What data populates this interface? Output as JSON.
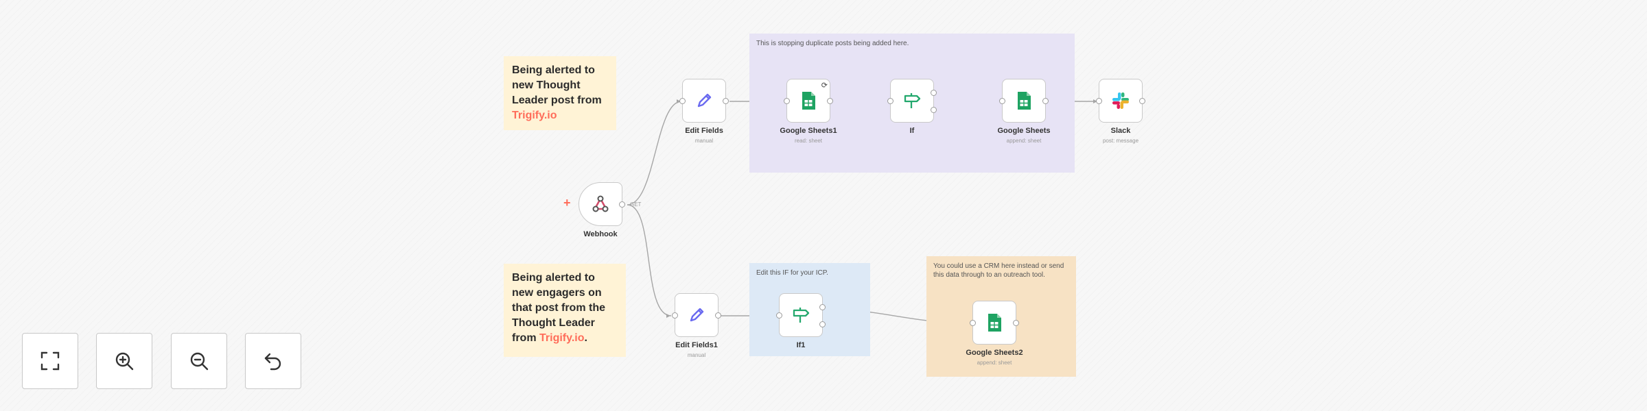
{
  "stickies": {
    "top": {
      "prefix": "Being alerted to new Thought Leader post from ",
      "link": "Trigify.io",
      "suffix": ""
    },
    "bottom": {
      "prefix": "Being alerted to new engagers on that post from the Thought Leader from ",
      "link": "Trigify.io",
      "suffix": "."
    }
  },
  "groups": {
    "dedupe": {
      "label": "This is stopping duplicate posts being added here.",
      "color": "#e7e3f5"
    },
    "icp": {
      "label": "Edit this IF for your ICP.",
      "color": "#dde9f6"
    },
    "crm": {
      "label": "You could use a CRM here instead or send this data through to an outreach tool.",
      "color": "#f7e2c4"
    }
  },
  "nodes": {
    "webhook": {
      "title": "Webhook",
      "subtitle": "",
      "port_label": "GET",
      "icon": "webhook-icon"
    },
    "edit_fields": {
      "title": "Edit Fields",
      "subtitle": "manual",
      "icon": "pencil-icon"
    },
    "google_sheets1": {
      "title": "Google Sheets1",
      "subtitle": "read: sheet",
      "icon": "google-sheets-icon"
    },
    "if": {
      "title": "If",
      "subtitle": "",
      "icon": "signpost-icon"
    },
    "google_sheets": {
      "title": "Google Sheets",
      "subtitle": "append: sheet",
      "icon": "google-sheets-icon"
    },
    "slack": {
      "title": "Slack",
      "subtitle": "post: message",
      "icon": "slack-icon"
    },
    "edit_fields1": {
      "title": "Edit Fields1",
      "subtitle": "manual",
      "icon": "pencil-icon"
    },
    "if1": {
      "title": "If1",
      "subtitle": "",
      "icon": "signpost-icon"
    },
    "google_sheets2": {
      "title": "Google Sheets2",
      "subtitle": "append: sheet",
      "icon": "google-sheets-icon"
    }
  },
  "controls": {
    "fit_view": "fit-view-icon",
    "zoom_in": "zoom-in-icon",
    "zoom_out": "zoom-out-icon",
    "reset": "undo-icon"
  },
  "colors": {
    "accent": "#ff6d5a",
    "sheets_green": "#1ea362",
    "pencil_blue": "#6a6af0",
    "if_green": "#23a86d"
  }
}
